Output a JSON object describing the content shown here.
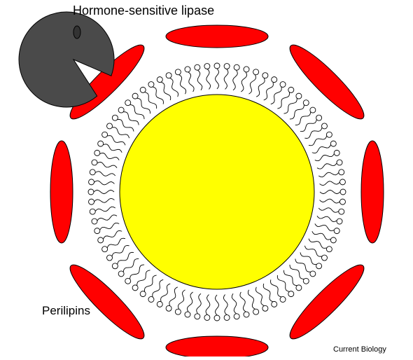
{
  "labels": {
    "enzyme": "Hormone-sensitive lipase",
    "coat_protein": "Perilipins",
    "credit": "Current Biology"
  },
  "colors": {
    "lipid_core": "#ffff00",
    "perilipin": "#ff0000",
    "lipase_body": "#4a4a4a",
    "lipase_eye": "#333333",
    "phospholipid": "#000000",
    "background": "#ffffff"
  },
  "components": {
    "lipase_icon": "pac-man-shape",
    "perilipin_count": 8,
    "phospholipid_count": 80
  }
}
